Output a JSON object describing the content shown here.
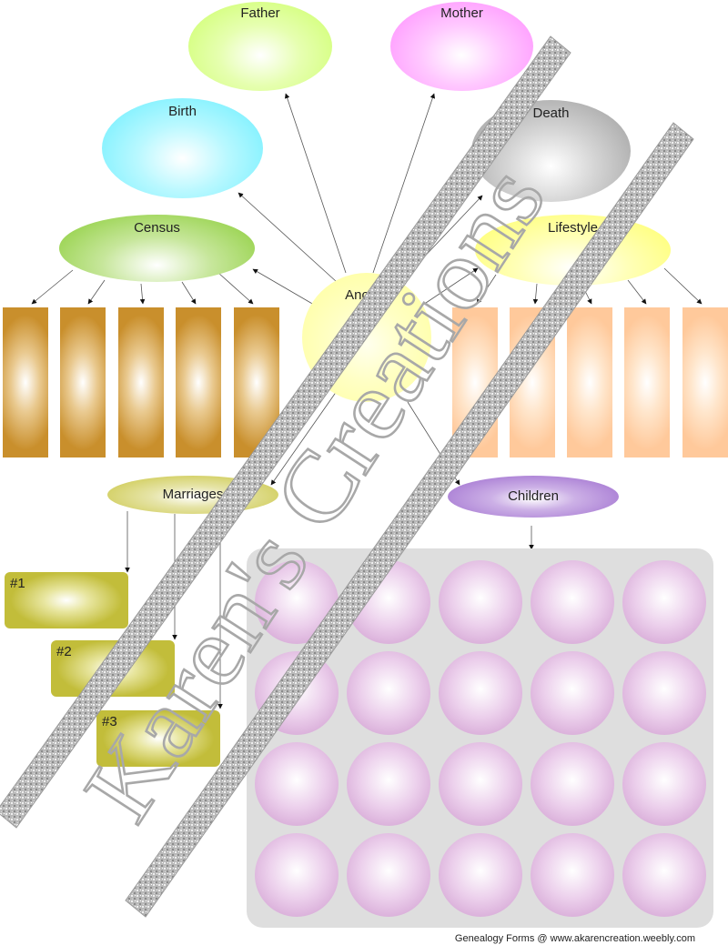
{
  "nodes": {
    "father": "Father",
    "mother": "Mother",
    "birth": "Birth",
    "death": "Death",
    "census": "Census",
    "lifestyle": "Lifestyle",
    "ancestor": "Ances",
    "marriages": "Marriages",
    "children": "Children"
  },
  "marriages": [
    "#1",
    "#2",
    "#3"
  ],
  "watermark": "Karen's Creations",
  "footer": "Genealogy Forms @ www.akarencreation.weebly.com",
  "colors": {
    "father": "#ccff66",
    "mother": "#ff88ff",
    "birth": "#66eeff",
    "death": "#999999",
    "census": "#88cc33",
    "lifestyle": "#ffff66",
    "ancestor": "#ffff99",
    "marriages": "#c8c43c",
    "children": "#9966cc",
    "census_bars": "#c98f2c",
    "lifestyle_bars": "#ffc99b",
    "child_circles": "#cc96cc"
  }
}
